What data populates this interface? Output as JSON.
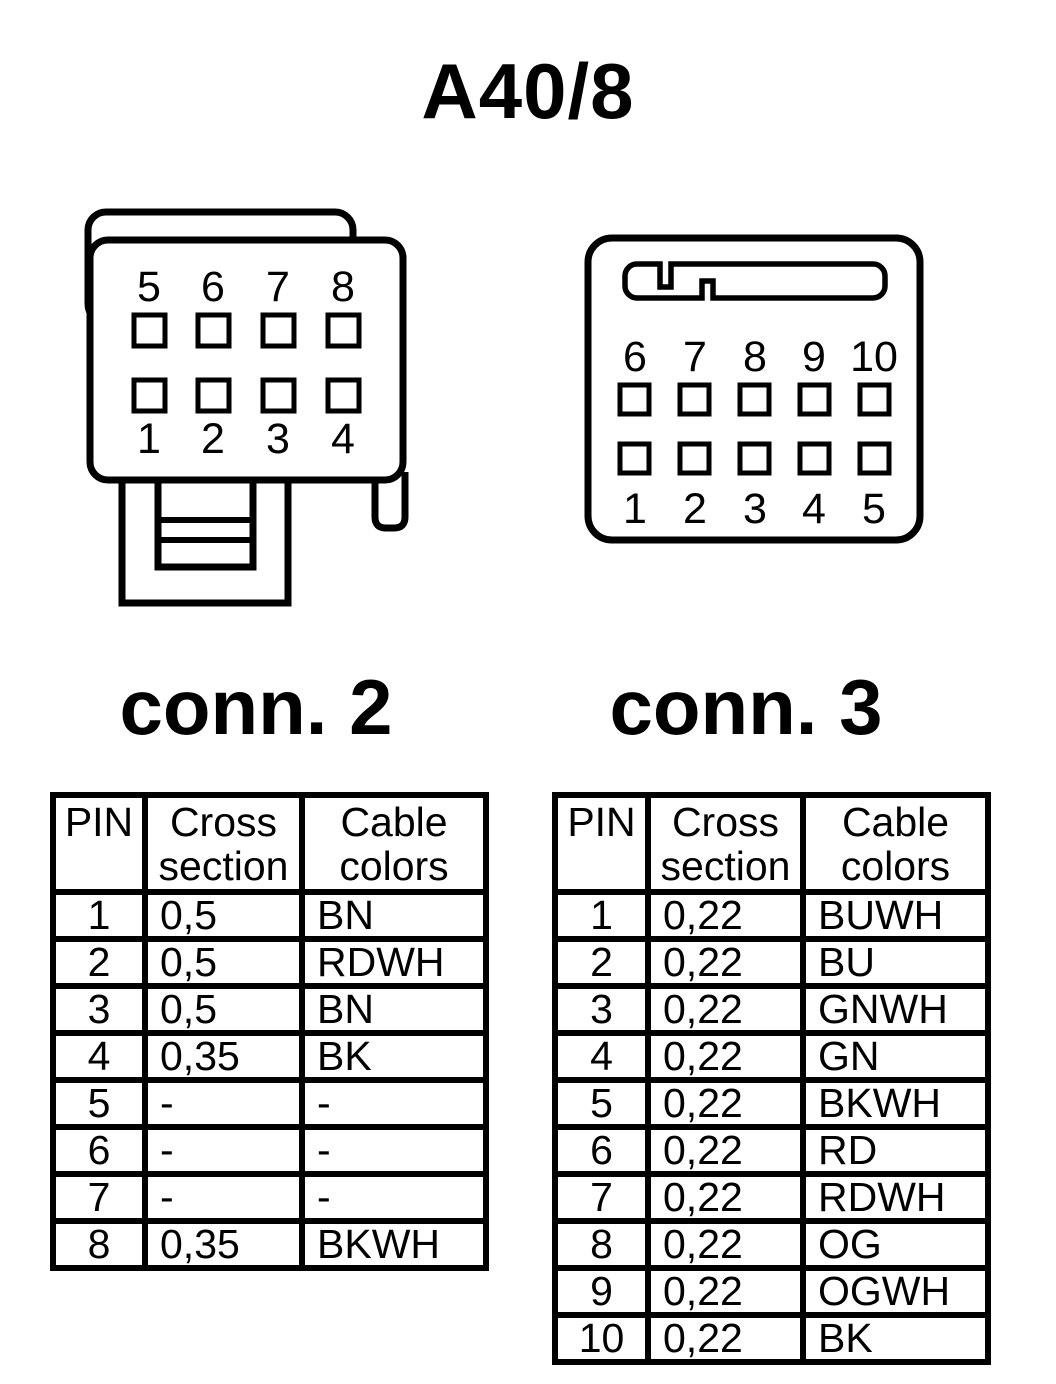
{
  "title": "A40/8",
  "colors": {
    "ink": "#000000",
    "paper": "#ffffff"
  },
  "connectors": {
    "conn2": {
      "label": "conn. 2",
      "pins_top": [
        "5",
        "6",
        "7",
        "8"
      ],
      "pins_bottom": [
        "1",
        "2",
        "3",
        "4"
      ]
    },
    "conn3": {
      "label": "conn. 3",
      "pins_top": [
        "6",
        "7",
        "8",
        "9",
        "10"
      ],
      "pins_bottom": [
        "1",
        "2",
        "3",
        "4",
        "5"
      ]
    }
  },
  "tables": {
    "conn2": {
      "headers": {
        "pin": "PIN",
        "cross": "Cross section",
        "cable": "Cable colors"
      },
      "rows": [
        {
          "pin": "1",
          "cross": "0,5",
          "cable": "BN"
        },
        {
          "pin": "2",
          "cross": "0,5",
          "cable": "RDWH"
        },
        {
          "pin": "3",
          "cross": "0,5",
          "cable": "BN"
        },
        {
          "pin": "4",
          "cross": "0,35",
          "cable": "BK"
        },
        {
          "pin": "5",
          "cross": "-",
          "cable": "-"
        },
        {
          "pin": "6",
          "cross": "-",
          "cable": "-"
        },
        {
          "pin": "7",
          "cross": "-",
          "cable": "-"
        },
        {
          "pin": "8",
          "cross": "0,35",
          "cable": "BKWH"
        }
      ]
    },
    "conn3": {
      "headers": {
        "pin": "PIN",
        "cross": "Cross section",
        "cable": "Cable colors"
      },
      "rows": [
        {
          "pin": "1",
          "cross": "0,22",
          "cable": "BUWH"
        },
        {
          "pin": "2",
          "cross": "0,22",
          "cable": "BU"
        },
        {
          "pin": "3",
          "cross": "0,22",
          "cable": "GNWH"
        },
        {
          "pin": "4",
          "cross": "0,22",
          "cable": "GN"
        },
        {
          "pin": "5",
          "cross": "0,22",
          "cable": "BKWH"
        },
        {
          "pin": "6",
          "cross": "0,22",
          "cable": "RD"
        },
        {
          "pin": "7",
          "cross": "0,22",
          "cable": "RDWH"
        },
        {
          "pin": "8",
          "cross": "0,22",
          "cable": "OG"
        },
        {
          "pin": "9",
          "cross": "0,22",
          "cable": "OGWH"
        },
        {
          "pin": "10",
          "cross": "0,22",
          "cable": "BK"
        }
      ]
    }
  }
}
